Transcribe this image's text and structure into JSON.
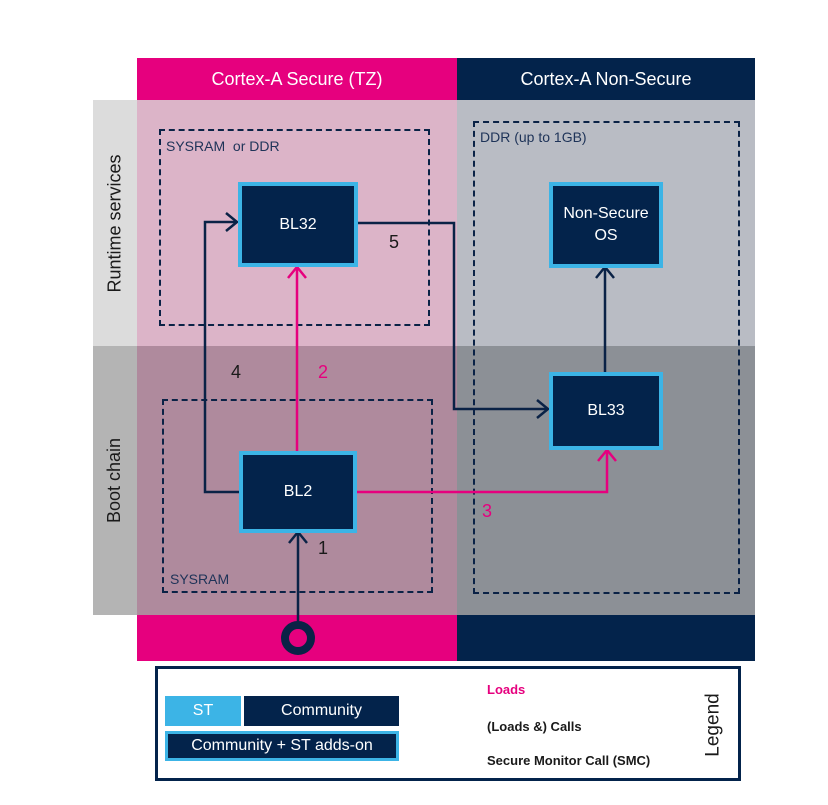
{
  "columns": {
    "secure": {
      "label": "Cortex-A Secure (TZ)",
      "color": "#e6007e"
    },
    "non_secure": {
      "label": "Cortex-A Non-Secure",
      "color": "#03234b"
    }
  },
  "rows": {
    "runtime": {
      "label": "Runtime services"
    },
    "boot": {
      "label": "Boot chain"
    }
  },
  "memory_regions": {
    "secure_runtime": "SYSRAM  or DDR",
    "secure_boot": "SYSRAM",
    "non_secure": "DDR (up to 1GB)"
  },
  "blocks": {
    "bl32": "BL32",
    "bl2": "BL2",
    "bl33": "BL33",
    "ns_os_line1": "Non-Secure",
    "ns_os_line2": "OS"
  },
  "steps": {
    "s1": "1",
    "s2": "2",
    "s3": "3",
    "s4": "4",
    "s5": "5"
  },
  "legend": {
    "title": "Legend",
    "st": "ST",
    "community": "Community",
    "community_st": "Community + ST adds-on",
    "loads": "Loads",
    "calls": "(Loads &) Calls",
    "smc": "Secure Monitor Call (SMC)"
  },
  "colors": {
    "st_blue": "#3cb4e6",
    "dark_blue": "#03234b",
    "pink": "#e6007e"
  }
}
